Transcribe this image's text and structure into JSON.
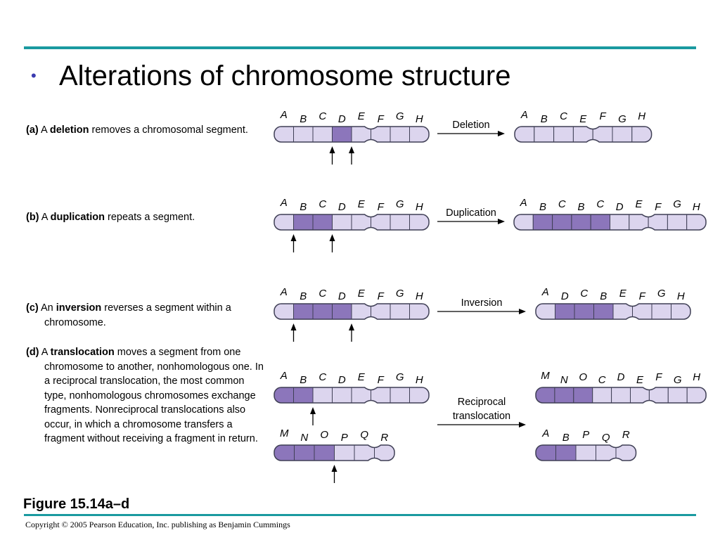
{
  "slide": {
    "bullet": "•",
    "title": "Alterations of chromosome structure",
    "figure_label": "Figure 15.14a–d",
    "copyright": "Copyright © 2005 Pearson Education, Inc. publishing as Benjamin Cummings"
  },
  "colors": {
    "rule": "#1a9aa0",
    "light_segment": "#dcd5ee",
    "dark_segment": "#8c76bb",
    "outline": "#3f3f55",
    "bullet": "#3b3bb0"
  },
  "panels": [
    {
      "id": "a",
      "letter": "(a)",
      "article": "A",
      "term": "deletion",
      "rest": "removes a chromosomal segment.",
      "arrow_label_lines": [
        "Deletion"
      ],
      "before": [
        {
          "labels": [
            "A",
            "B",
            "C",
            "D",
            "E",
            "F",
            "G",
            "H"
          ],
          "dark": [
            false,
            false,
            false,
            true,
            false,
            false,
            false,
            false
          ],
          "marks": [
            3,
            4
          ]
        }
      ],
      "after": [
        {
          "labels": [
            "A",
            "B",
            "C",
            "E",
            "F",
            "G",
            "H"
          ],
          "dark": [
            false,
            false,
            false,
            false,
            false,
            false,
            false
          ]
        }
      ]
    },
    {
      "id": "b",
      "letter": "(b)",
      "article": "A",
      "term": "duplication",
      "rest": "repeats a segment.",
      "arrow_label_lines": [
        "Duplication"
      ],
      "before": [
        {
          "labels": [
            "A",
            "B",
            "C",
            "D",
            "E",
            "F",
            "G",
            "H"
          ],
          "dark": [
            false,
            true,
            true,
            false,
            false,
            false,
            false,
            false
          ],
          "marks": [
            1,
            3
          ]
        }
      ],
      "after": [
        {
          "labels": [
            "A",
            "B",
            "C",
            "B",
            "C",
            "D",
            "E",
            "F",
            "G",
            "H"
          ],
          "dark": [
            false,
            true,
            true,
            true,
            true,
            false,
            false,
            false,
            false,
            false
          ]
        }
      ]
    },
    {
      "id": "c",
      "letter": "(c)",
      "article": "An",
      "term": "inversion",
      "rest": "reverses a segment within a chromosome.",
      "arrow_label_lines": [
        "Inversion"
      ],
      "before": [
        {
          "labels": [
            "A",
            "B",
            "C",
            "D",
            "E",
            "F",
            "G",
            "H"
          ],
          "dark": [
            false,
            true,
            true,
            true,
            false,
            false,
            false,
            false
          ],
          "marks": [
            1,
            4
          ]
        }
      ],
      "after": [
        {
          "labels": [
            "A",
            "D",
            "C",
            "B",
            "E",
            "F",
            "G",
            "H"
          ],
          "dark": [
            false,
            true,
            true,
            true,
            false,
            false,
            false,
            false
          ]
        }
      ]
    },
    {
      "id": "d",
      "letter": "(d)",
      "article": "A",
      "term": "translocation",
      "rest": "moves a segment from one chromosome to another, nonhomologous one. In a reciprocal translocation, the most common type, nonhomologous chromosomes exchange fragments. Nonreciprocal translocations also occur, in which a chromosome transfers a fragment without receiving a fragment in return.",
      "arrow_label_lines": [
        "Reciprocal",
        "translocation"
      ],
      "before": [
        {
          "labels": [
            "A",
            "B",
            "C",
            "D",
            "E",
            "F",
            "G",
            "H"
          ],
          "dark": [
            true,
            true,
            false,
            false,
            false,
            false,
            false,
            false
          ],
          "marks": [
            2
          ]
        },
        {
          "labels": [
            "M",
            "N",
            "O",
            "P",
            "Q",
            "R"
          ],
          "dark": [
            true,
            true,
            true,
            false,
            false,
            false
          ],
          "marks": [
            3
          ]
        }
      ],
      "after": [
        {
          "labels": [
            "M",
            "N",
            "O",
            "C",
            "D",
            "E",
            "F",
            "G",
            "H"
          ],
          "dark": [
            true,
            true,
            true,
            false,
            false,
            false,
            false,
            false,
            false
          ]
        },
        {
          "labels": [
            "A",
            "B",
            "P",
            "Q",
            "R"
          ],
          "dark": [
            true,
            true,
            false,
            false,
            false
          ]
        }
      ]
    }
  ]
}
